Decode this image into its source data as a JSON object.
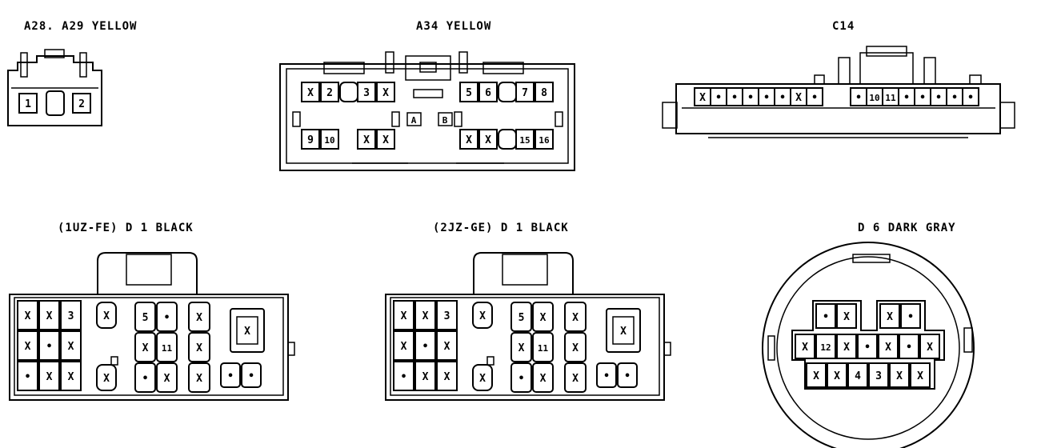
{
  "connectors": {
    "a28": {
      "title": "A28. A29  YELLOW",
      "pins": [
        "1",
        "2"
      ]
    },
    "a34": {
      "title": "A34  YELLOW",
      "top_left": [
        "X",
        "2",
        "",
        "3",
        "X"
      ],
      "top_right": [
        "5",
        "6",
        "",
        "7",
        "8"
      ],
      "bottom_left": [
        "9",
        "10",
        "X",
        "X"
      ],
      "bottom_right": [
        "X",
        "X",
        "",
        "15",
        "16"
      ],
      "lock_labels": [
        "A",
        "B"
      ]
    },
    "c14": {
      "title": "C14",
      "left_pins": [
        "X",
        "•",
        "•",
        "•",
        "•",
        "•",
        "X",
        "•"
      ],
      "right_pins": [
        "•",
        "10",
        "11",
        "•",
        "•",
        "•",
        "•",
        "•"
      ]
    },
    "d1_1uz": {
      "title": "(1UZ-FE)  D 1  BLACK",
      "grid": [
        [
          "X",
          "X",
          "3"
        ],
        [
          "X",
          "•",
          "X"
        ],
        [
          "•",
          "X",
          "X"
        ]
      ],
      "single_top": "X",
      "single_bottom": "X",
      "mid_grid": [
        [
          "5",
          "•"
        ],
        [
          "X",
          "11"
        ],
        [
          "•",
          "X"
        ]
      ],
      "col": [
        "X",
        "X",
        "X"
      ],
      "box": "X",
      "pair": [
        "•",
        "•"
      ]
    },
    "d1_2jz": {
      "title": "(2JZ-GE)  D 1  BLACK",
      "grid": [
        [
          "X",
          "X",
          "3"
        ],
        [
          "X",
          "•",
          "X"
        ],
        [
          "•",
          "X",
          "X"
        ]
      ],
      "single_top": "X",
      "single_bottom": "X",
      "mid_grid": [
        [
          "5",
          "X"
        ],
        [
          "X",
          "11"
        ],
        [
          "•",
          "X"
        ]
      ],
      "col": [
        "X",
        "X",
        "X"
      ],
      "box": "X",
      "pair": [
        "•",
        "•"
      ]
    },
    "d6": {
      "title": "D 6  DARK GRAY",
      "top_left": [
        "•",
        "X"
      ],
      "top_right": [
        "X",
        "•"
      ],
      "middle": [
        "X",
        "12",
        "X",
        "•",
        "X",
        "•",
        "X"
      ],
      "bottom": [
        "X",
        "X",
        "4",
        "3",
        "X",
        "X"
      ]
    }
  }
}
